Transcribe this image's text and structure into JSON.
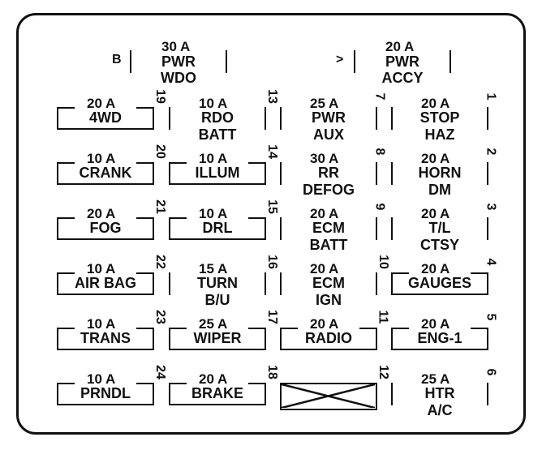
{
  "top_fuses": {
    "left": {
      "amps": "30 A",
      "line1": "PWR",
      "line2": "WDO",
      "side_letter": "B"
    },
    "right": {
      "amps": "20 A",
      "line1": "PWR",
      "line2": "ACCY",
      "side_letter": ">"
    }
  },
  "fuses": [
    {
      "num": "19",
      "amps": "20 A",
      "line1": "4WD",
      "line2": ""
    },
    {
      "num": "13",
      "amps": "10 A",
      "line1": "RDO",
      "line2": "BATT"
    },
    {
      "num": "7",
      "amps": "25 A",
      "line1": "PWR",
      "line2": "AUX"
    },
    {
      "num": "1",
      "amps": "20 A",
      "line1": "STOP",
      "line2": "HAZ"
    },
    {
      "num": "20",
      "amps": "10 A",
      "line1": "CRANK",
      "line2": ""
    },
    {
      "num": "14",
      "amps": "10 A",
      "line1": "ILLUM",
      "line2": ""
    },
    {
      "num": "8",
      "amps": "30 A",
      "line1": "RR",
      "line2": "DEFOG"
    },
    {
      "num": "2",
      "amps": "20 A",
      "line1": "HORN",
      "line2": "DM"
    },
    {
      "num": "21",
      "amps": "20 A",
      "line1": "FOG",
      "line2": ""
    },
    {
      "num": "15",
      "amps": "10 A",
      "line1": "DRL",
      "line2": ""
    },
    {
      "num": "9",
      "amps": "20 A",
      "line1": "ECM",
      "line2": "BATT"
    },
    {
      "num": "3",
      "amps": "20 A",
      "line1": "T/L",
      "line2": "CTSY"
    },
    {
      "num": "22",
      "amps": "10 A",
      "line1": "AIR BAG",
      "line2": ""
    },
    {
      "num": "16",
      "amps": "15 A",
      "line1": "TURN",
      "line2": "B/U"
    },
    {
      "num": "10",
      "amps": "20 A",
      "line1": "ECM",
      "line2": "IGN"
    },
    {
      "num": "4",
      "amps": "20 A",
      "line1": "GAUGES",
      "line2": ""
    },
    {
      "num": "23",
      "amps": "10 A",
      "line1": "TRANS",
      "line2": ""
    },
    {
      "num": "17",
      "amps": "25 A",
      "line1": "WIPER",
      "line2": ""
    },
    {
      "num": "11",
      "amps": "20 A",
      "line1": "RADIO",
      "line2": ""
    },
    {
      "num": "5",
      "amps": "20 A",
      "line1": "ENG-1",
      "line2": ""
    },
    {
      "num": "24",
      "amps": "10 A",
      "line1": "PRNDL",
      "line2": ""
    },
    {
      "num": "18",
      "amps": "20 A",
      "line1": "BRAKE",
      "line2": ""
    },
    {
      "num": "12",
      "amps": "",
      "line1": "",
      "line2": "",
      "empty": true
    },
    {
      "num": "6",
      "amps": "25 A",
      "line1": "HTR",
      "line2": "A/C"
    }
  ]
}
